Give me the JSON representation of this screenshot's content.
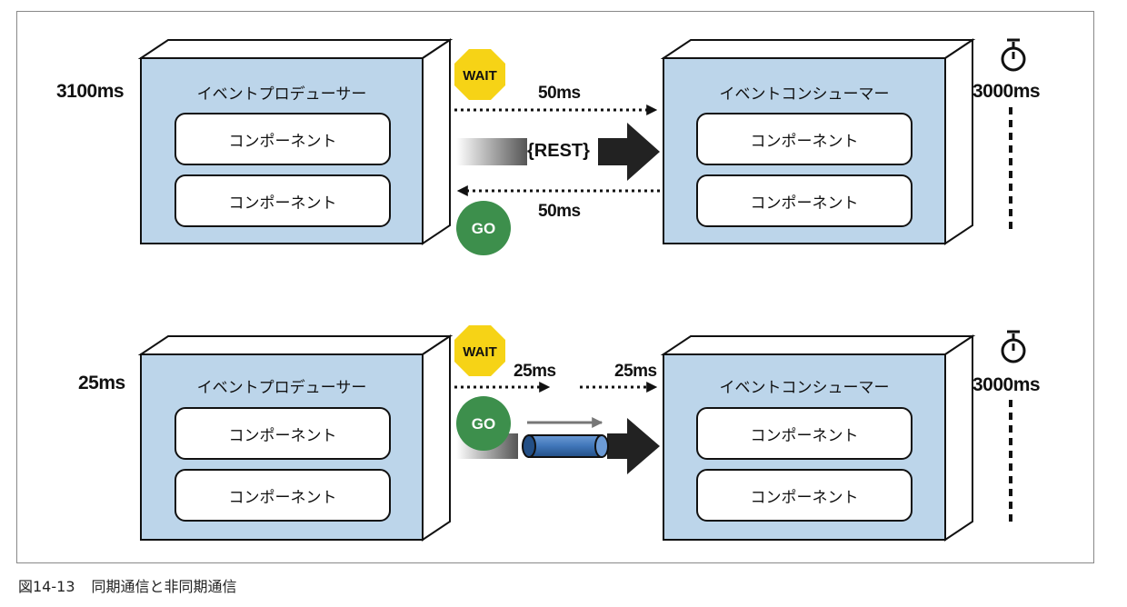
{
  "diagrams": [
    {
      "producer": {
        "title": "イベントプロデューサー",
        "components": [
          "コンポーネント",
          "コンポーネント"
        ],
        "time": "3100ms"
      },
      "consumer": {
        "title": "イベントコンシューマー",
        "components": [
          "コンポーネント",
          "コンポーネント"
        ],
        "time": "3000ms"
      },
      "request_time": "50ms",
      "response_time": "50ms",
      "channel_label": "{REST}",
      "wait_label": "WAIT",
      "go_label": "GO"
    },
    {
      "producer": {
        "title": "イベントプロデューサー",
        "components": [
          "コンポーネント",
          "コンポーネント"
        ],
        "time": "25ms"
      },
      "consumer": {
        "title": "イベントコンシューマー",
        "components": [
          "コンポーネント",
          "コンポーネント"
        ],
        "time": "3000ms"
      },
      "send_time": "25ms",
      "deliver_time": "25ms",
      "wait_label": "WAIT",
      "go_label": "GO"
    }
  ],
  "colors": {
    "box_fill": "#bcd5ea",
    "box_side": "#ffffff",
    "wait_sign": "#f6d316",
    "go_sign": "#3d8f4c",
    "queue_pipe": "#3f75b8"
  },
  "caption": {
    "figure_number": "図14-13",
    "title": "同期通信と非同期通信"
  }
}
